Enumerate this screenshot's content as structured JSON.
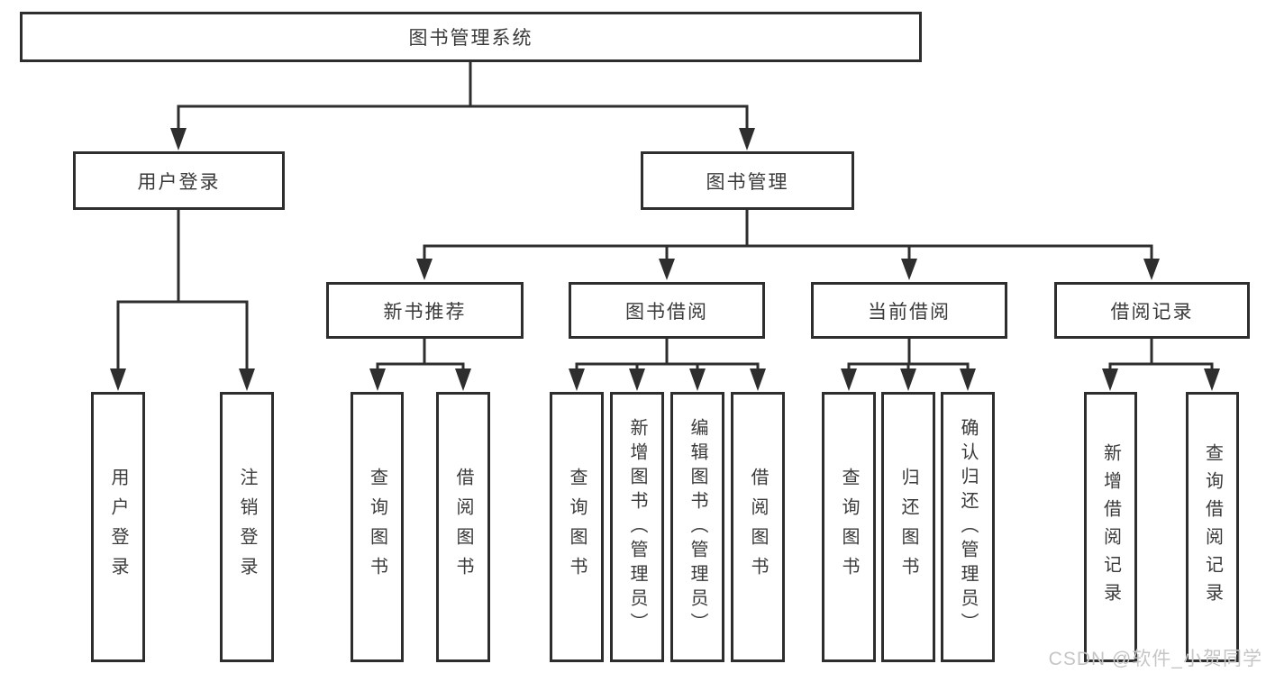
{
  "diagram": {
    "type": "function-tree",
    "title": "图书管理系统",
    "watermark": "CSDN @软件_小贺同学",
    "colors": {
      "line": "#2e2e2e",
      "box_border": "#2e2e2e",
      "text": "#3a3a3a",
      "watermark": "#c5c5c5",
      "background": "#ffffff"
    },
    "nodes": {
      "root": {
        "label": "图书管理系统"
      },
      "branches": [
        {
          "label": "用户登录"
        },
        {
          "label": "图书管理"
        }
      ],
      "modules": [
        {
          "label": "新书推荐",
          "parent": "图书管理"
        },
        {
          "label": "图书借阅",
          "parent": "图书管理"
        },
        {
          "label": "当前借阅",
          "parent": "图书管理"
        },
        {
          "label": "借阅记录",
          "parent": "图书管理"
        }
      ],
      "leaves": [
        {
          "label": "用户登录",
          "parent": "用户登录"
        },
        {
          "label": "注销登录",
          "parent": "用户登录"
        },
        {
          "label": "查询图书",
          "parent": "新书推荐"
        },
        {
          "label": "借阅图书",
          "parent": "新书推荐"
        },
        {
          "label": "查询图书",
          "parent": "图书借阅"
        },
        {
          "label": "新增图书（管理员）",
          "parent": "图书借阅"
        },
        {
          "label": "编辑图书（管理员）",
          "parent": "图书借阅"
        },
        {
          "label": "借阅图书",
          "parent": "图书借阅"
        },
        {
          "label": "查询图书",
          "parent": "当前借阅"
        },
        {
          "label": "归还图书",
          "parent": "当前借阅"
        },
        {
          "label": "确认归还（管理员）",
          "parent": "当前借阅"
        },
        {
          "label": "新增借阅记录",
          "parent": "借阅记录"
        },
        {
          "label": "查询借阅记录",
          "parent": "借阅记录"
        }
      ]
    }
  }
}
